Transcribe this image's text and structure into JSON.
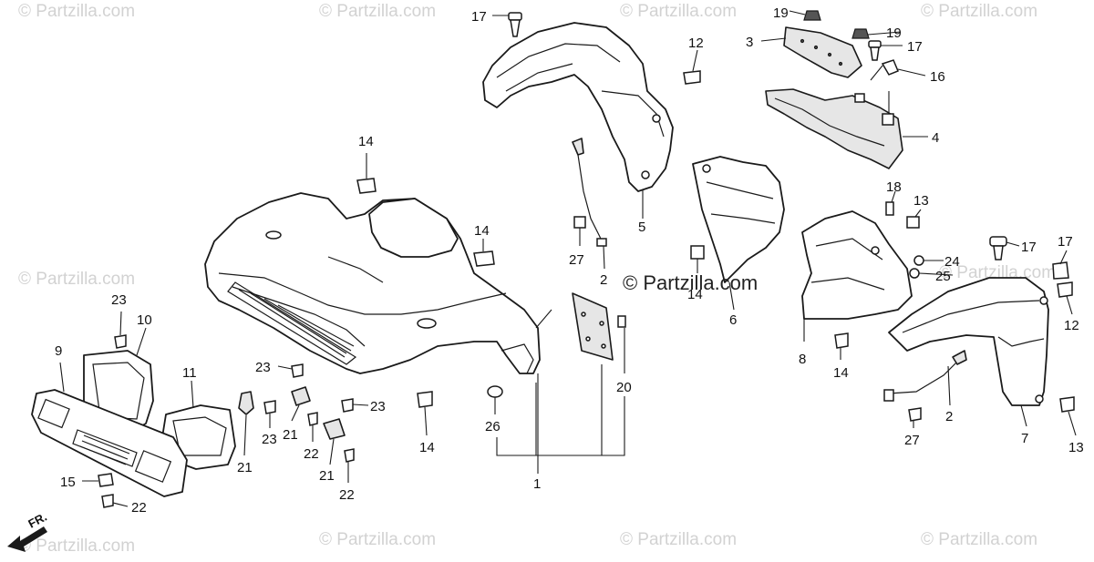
{
  "diagram": {
    "watermark": "© Partzilla.com",
    "center_watermark": "© Partzilla.com",
    "front_indicator": "FR.",
    "callouts": [
      {
        "id": "c17a",
        "label": "17"
      },
      {
        "id": "c19a",
        "label": "19"
      },
      {
        "id": "c3",
        "label": "3"
      },
      {
        "id": "c19b",
        "label": "19"
      },
      {
        "id": "c17b",
        "label": "17"
      },
      {
        "id": "c12a",
        "label": "12"
      },
      {
        "id": "c16",
        "label": "16"
      },
      {
        "id": "c4",
        "label": "4"
      },
      {
        "id": "c14a",
        "label": "14"
      },
      {
        "id": "c5",
        "label": "5"
      },
      {
        "id": "c18",
        "label": "18"
      },
      {
        "id": "c13a",
        "label": "13"
      },
      {
        "id": "c14b",
        "label": "14"
      },
      {
        "id": "c27a",
        "label": "27"
      },
      {
        "id": "c2a",
        "label": "2"
      },
      {
        "id": "c14c",
        "label": "14"
      },
      {
        "id": "c6",
        "label": "6"
      },
      {
        "id": "c24",
        "label": "24"
      },
      {
        "id": "c25",
        "label": "25"
      },
      {
        "id": "c17c",
        "label": "17"
      },
      {
        "id": "c17d",
        "label": "17"
      },
      {
        "id": "c12b",
        "label": "12"
      },
      {
        "id": "c23a",
        "label": "23"
      },
      {
        "id": "c10",
        "label": "10"
      },
      {
        "id": "c9",
        "label": "9"
      },
      {
        "id": "c11",
        "label": "11"
      },
      {
        "id": "c23b",
        "label": "23"
      },
      {
        "id": "c23c",
        "label": "23"
      },
      {
        "id": "c23d",
        "label": "23"
      },
      {
        "id": "c21a",
        "label": "21"
      },
      {
        "id": "c21b",
        "label": "21"
      },
      {
        "id": "c22a",
        "label": "22"
      },
      {
        "id": "c21c",
        "label": "21"
      },
      {
        "id": "c22b",
        "label": "22"
      },
      {
        "id": "c14d",
        "label": "14"
      },
      {
        "id": "c26",
        "label": "26"
      },
      {
        "id": "c1",
        "label": "1"
      },
      {
        "id": "c20",
        "label": "20"
      },
      {
        "id": "c8",
        "label": "8"
      },
      {
        "id": "c14e",
        "label": "14"
      },
      {
        "id": "c2b",
        "label": "2"
      },
      {
        "id": "c27b",
        "label": "27"
      },
      {
        "id": "c7",
        "label": "7"
      },
      {
        "id": "c13b",
        "label": "13"
      },
      {
        "id": "c15",
        "label": "15"
      },
      {
        "id": "c22c",
        "label": "22"
      }
    ]
  }
}
